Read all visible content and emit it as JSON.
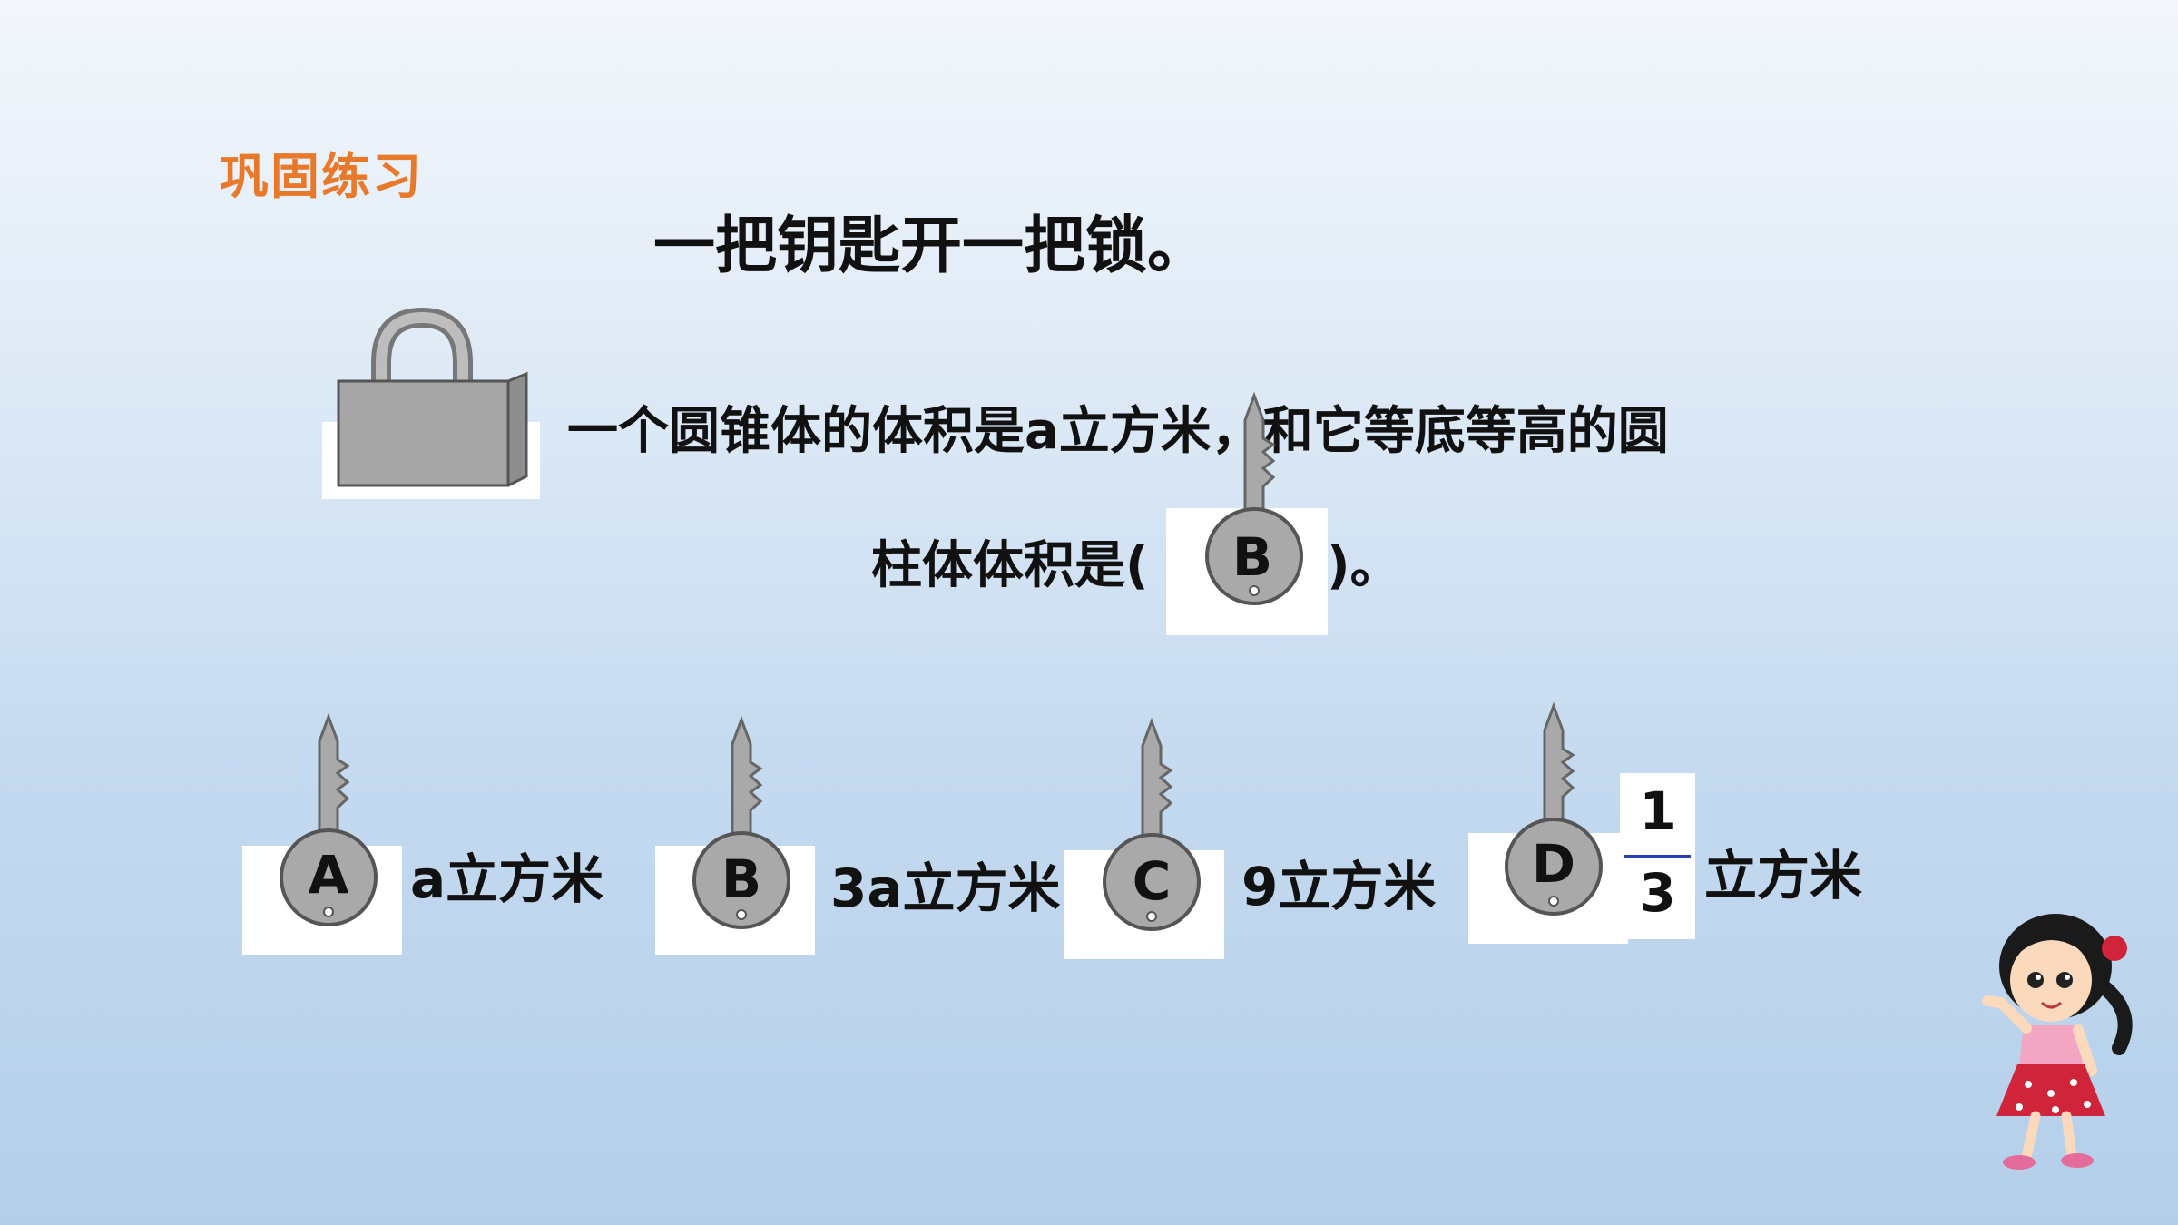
{
  "section_label": "巩固练习",
  "title": "一把钥匙开一把锁。",
  "question": {
    "line1": "一个圆锥体的体积是a立方米，和它等底等高的圆",
    "line2_prefix": "柱体体积是(",
    "line2_suffix": ")。",
    "answer_key": "B"
  },
  "options": [
    {
      "key": "A",
      "text": "a立方米"
    },
    {
      "key": "B",
      "text": "3a立方米"
    },
    {
      "key": "C",
      "text": "9立方米"
    },
    {
      "key": "D",
      "fraction_num": "1",
      "fraction_den": "3",
      "text": "立方米"
    }
  ],
  "colors": {
    "accent": "#e8792a",
    "key_gray": "#a9a9a9",
    "lock_gray": "#a3a3a3",
    "fraction_line": "#2a3fb0"
  },
  "icons": [
    "padlock-icon",
    "key-icon",
    "girl-illustration"
  ]
}
